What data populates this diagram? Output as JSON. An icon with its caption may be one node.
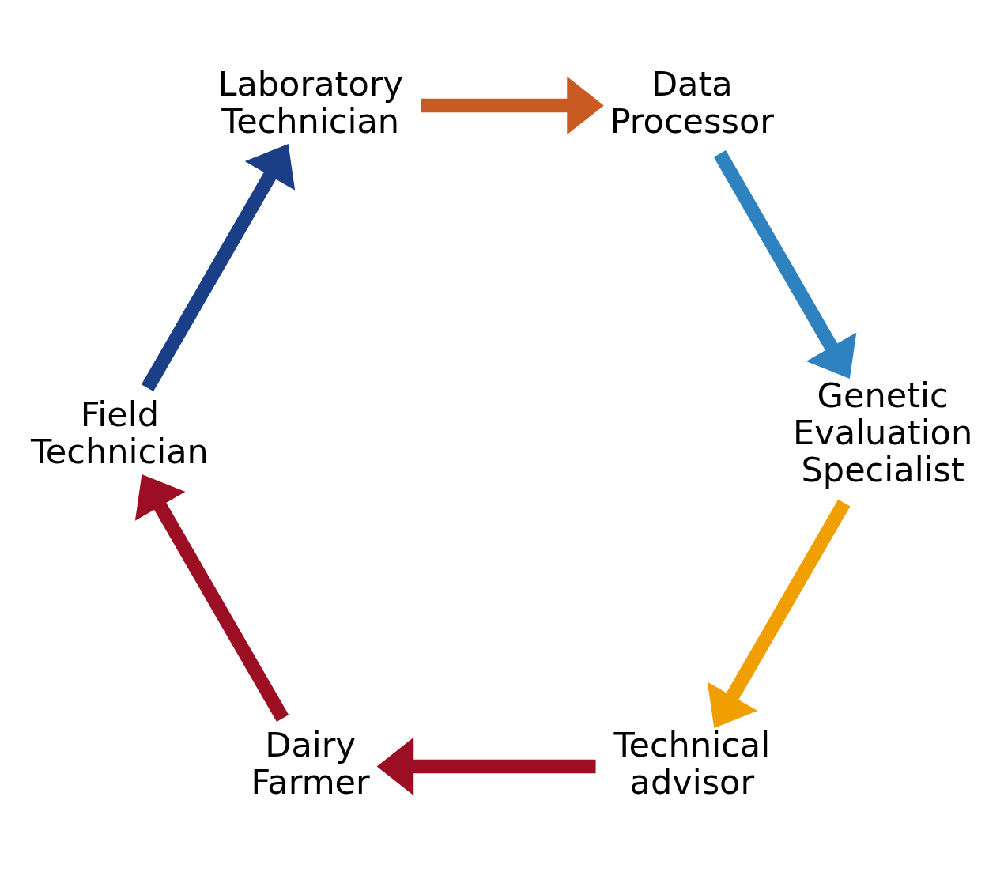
{
  "diagram": {
    "nodes": [
      {
        "text": [
          "Technical advisor"
        ]
      },
      {
        "text": [
          "Dairy Farmer"
        ]
      },
      {
        "text": [
          "Field Technician"
        ]
      },
      {
        "text": [
          "Laboratory Technician"
        ]
      },
      {
        "text": [
          "Data Processor"
        ]
      },
      {
        "text": [
          "Genetic Evaluation Specialist"
        ]
      }
    ],
    "edges": [
      {
        "from": 0,
        "to": 1,
        "arrow": "to",
        "color": "#9b0e23"
      },
      {
        "from": 1,
        "to": 2,
        "arrow": "to",
        "color": "#9b0e23"
      },
      {
        "from": 2,
        "to": 3,
        "arrow": "to",
        "color": "#1b3f86"
      },
      {
        "from": 3,
        "to": 4,
        "arrow": "to",
        "color": "#c85a22"
      },
      {
        "from": 4,
        "to": 5,
        "arrow": "to",
        "color": "#2f82c0"
      },
      {
        "from": 5,
        "to": 0,
        "arrow": "to",
        "color": "#f09e00"
      }
    ]
  }
}
